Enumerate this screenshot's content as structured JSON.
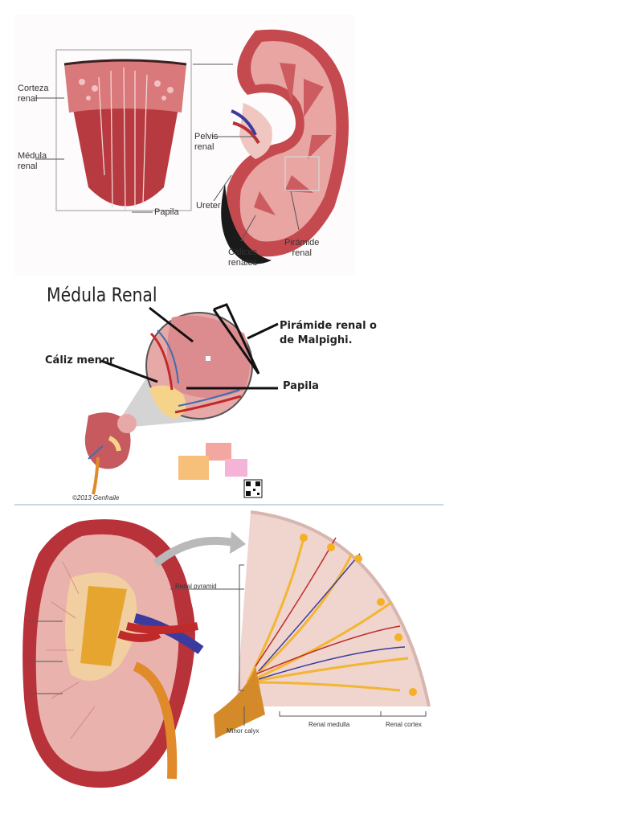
{
  "top_panel": {
    "labels": {
      "corteza": "Corteza\nrenal",
      "medula": "Médula\nrenal",
      "papila": "Papila",
      "pelvis": "Pelvis\nrenal",
      "ureter": "Ureter",
      "calices": "Cálices\nrenales",
      "piramide": "Pirámide\nrenal"
    }
  },
  "middle_panel": {
    "title": "Médula Renal",
    "labels": {
      "piramide": "Pirámide renal o\nde Malpighi.",
      "caliz": "Cáliz menor",
      "papila": "Papila"
    },
    "credit": "©2013 Genfraile"
  },
  "bottom_panel": {
    "labels": {
      "renal_pyramid": "Renal pyramid",
      "minor_calyx": "Minor calyx",
      "renal_medulla": "Renal medulla",
      "renal_cortex": "Renal cortex"
    }
  },
  "colors": {
    "kidney_red": "#b8323a",
    "cortex_pink": "#e8a0a0",
    "vein_blue": "#3b3b9e",
    "ureter_orange": "#e08a2a",
    "tubule_yellow": "#f2b632"
  }
}
